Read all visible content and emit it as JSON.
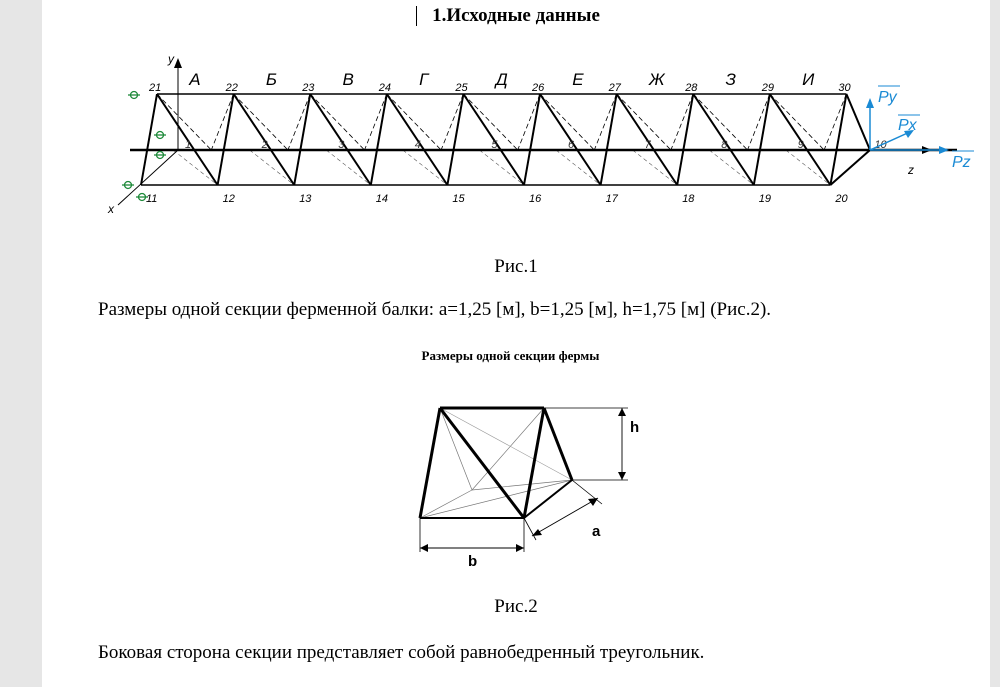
{
  "heading": "1.Исходные данные",
  "figure1": {
    "caption": "Рис.1",
    "section_letters": [
      "А",
      "Б",
      "В",
      "Г",
      "Д",
      "Е",
      "Ж",
      "З",
      "И"
    ],
    "top_nodes": [
      "21",
      "22",
      "23",
      "24",
      "25",
      "26",
      "27",
      "28",
      "29",
      "30"
    ],
    "middle_nodes": [
      "1",
      "2",
      "3",
      "4",
      "5",
      "6",
      "7",
      "8",
      "9",
      "10"
    ],
    "bottom_nodes": [
      "11",
      "12",
      "13",
      "14",
      "15",
      "16",
      "17",
      "18",
      "19",
      "20"
    ],
    "axes": {
      "x": "x",
      "y": "y",
      "z": "z"
    },
    "loads": {
      "py": "Py",
      "px": "Px",
      "pz": "Pz"
    },
    "load_color": "#1a8ad4",
    "support_color": "#1e8a3a"
  },
  "dimensions_text": "Размеры одной секции ферменной балки: a=1,25 [м], b=1,25 [м], h=1,75 [м] (Рис.2).",
  "figure2": {
    "title": "Размеры одной секции фермы",
    "caption": "Рис.2",
    "labels": {
      "h": "h",
      "a": "a",
      "b": "b"
    }
  },
  "side_text": "Боковая сторона секции представляет собой равнобедренный треугольник."
}
